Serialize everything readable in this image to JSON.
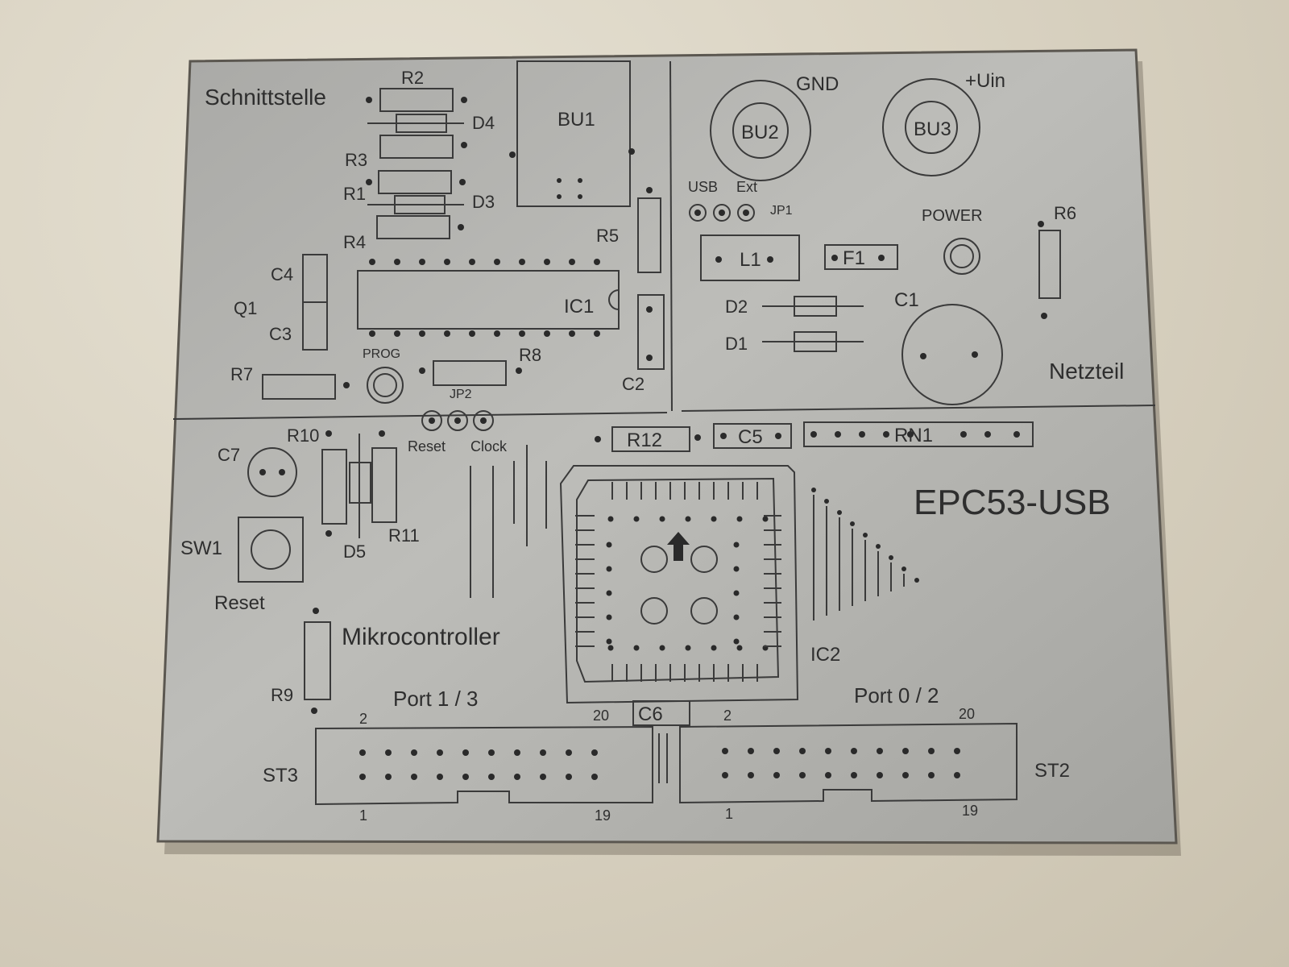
{
  "board": {
    "title": "EPC53-USB",
    "sections": {
      "interface": "Schnittstelle",
      "power": "Netzteil",
      "microcontroller": "Mikrocontroller"
    },
    "labels": {
      "r2": "R2",
      "r3": "R3",
      "r1": "R1",
      "r4": "R4",
      "r5": "R5",
      "r6": "R6",
      "r7": "R7",
      "r8": "R8",
      "r9": "R9",
      "r10": "R10",
      "r11": "R11",
      "r12": "R12",
      "d1": "D1",
      "d2": "D2",
      "d3": "D3",
      "d4": "D4",
      "d5": "D5",
      "c1": "C1",
      "c2": "C2",
      "c3": "C3",
      "c4": "C4",
      "c5": "C5",
      "c6": "C6",
      "c7": "C7",
      "q1": "Q1",
      "bu1": "BU1",
      "bu2": "BU2",
      "bu3": "BU3",
      "ic1": "IC1",
      "ic2": "IC2",
      "l1": "L1",
      "f1": "F1",
      "rn1": "RN1",
      "jp1": "JP1",
      "jp2": "JP2",
      "sw1": "SW1",
      "st2": "ST2",
      "st3": "ST3",
      "gnd": "GND",
      "uin": "+Uin",
      "usb": "USB",
      "ext": "Ext",
      "power_led": "POWER",
      "prog": "PROG",
      "reset_jp": "Reset",
      "clock_jp": "Clock",
      "reset_sw": "Reset",
      "port13": "Port 1 / 3",
      "port02": "Port 0 / 2",
      "pin2": "2",
      "pin20": "20",
      "pin1": "1",
      "pin19": "19"
    }
  }
}
